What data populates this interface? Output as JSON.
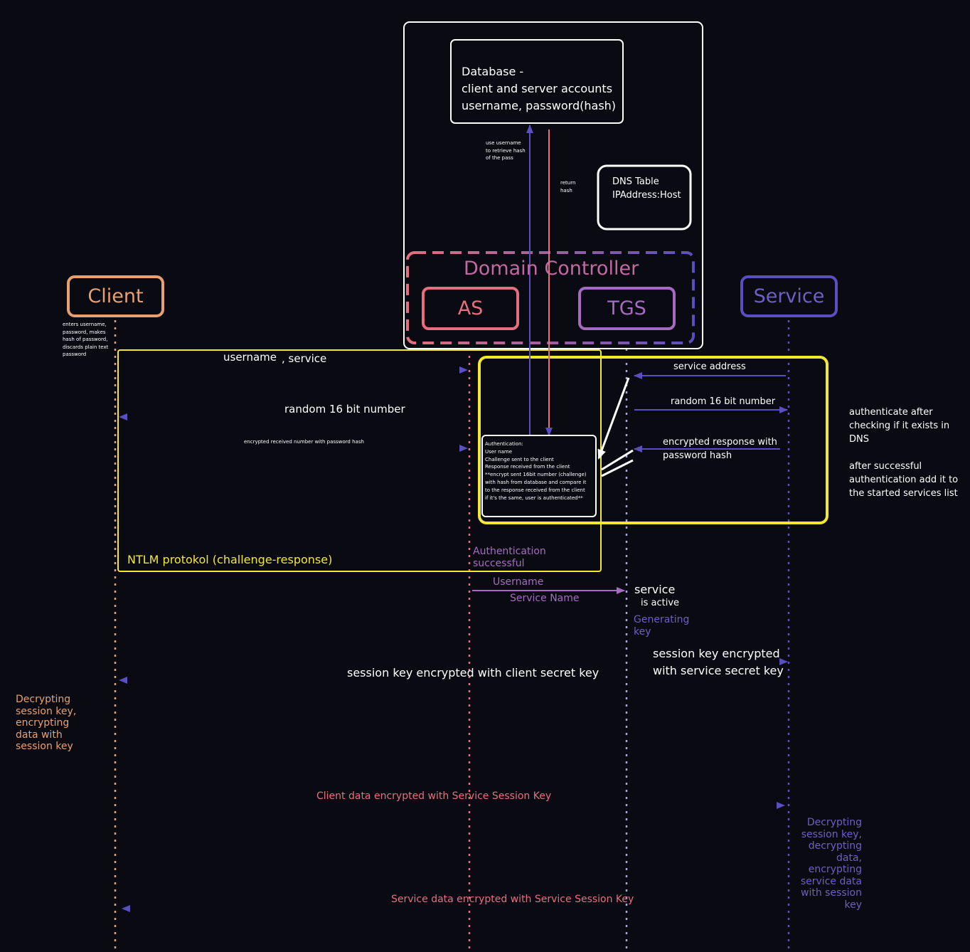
{
  "database": {
    "text": "Database -\nclient and server accounts\nusername, password(hash)",
    "use_username_note": "use username\nto retrieve hash\nof the pass",
    "return_hash_note": "return\nhash"
  },
  "dns_table": {
    "text": "DNS Table\nIPAddress:Host"
  },
  "domain_controller": {
    "label": "Domain Controller",
    "as_label": "AS",
    "tgs_label": "TGS"
  },
  "client": {
    "label": "Client",
    "note": "enters username,\npassword, makes\nhash of password,\ndiscards plain text\npassword",
    "decrypt_note": "Decrypting\nsession key,\nencrypting\ndata with\nsession key"
  },
  "service": {
    "label": "Service",
    "auth_note": "authenticate after\nchecking if it exists in\nDNS\n\nafter successful\nauthentication add it to\nthe started services list",
    "decrypt_note": "Decrypting\nsession key,\ndecrypting\ndata,\nencrypting\nservice data\nwith session\nkey"
  },
  "ntlm": {
    "label": "NTLM protokol (challenge-response)",
    "msg_username": "username",
    "msg_service": ", service",
    "msg_random": "random 16 bit number",
    "msg_encrypted": "encrypted received number with password hash",
    "auth_successful": "Authentication\nsuccessful"
  },
  "auth_box": {
    "text": "Authentication:\n   User name\n   Challenge sent to the client\n   Response received from the client\n**encrypt sent 16bit number (challenge)\nwith hash from database and compare it\nto the response received from the client\nif it's the same, user is authenticated**"
  },
  "service_auth": {
    "service_address": "service address",
    "random": "random 16 bit number",
    "encrypted_response": "encrypted response with\npassword hash"
  },
  "tgs_flow": {
    "username": "Username",
    "service_name": "Service Name",
    "service_active_1": "service",
    "service_active_2": "is active",
    "generating_key": "Generating\nkey",
    "session_key_service": "session key encrypted\nwith service secret key",
    "session_key_client": "session key encrypted with client secret key"
  },
  "data_exchange": {
    "client_data": "Client data encrypted with Service Session Key",
    "service_data": "Service data encrypted with Service Session Key"
  },
  "colors": {
    "background": "#0a0b12",
    "orange": "#e9a070",
    "pink": "#e56f7f",
    "violet": "#a66bc0",
    "purple": "#5a4fc0",
    "yellow": "#f3e830",
    "white": "#ffffff"
  }
}
